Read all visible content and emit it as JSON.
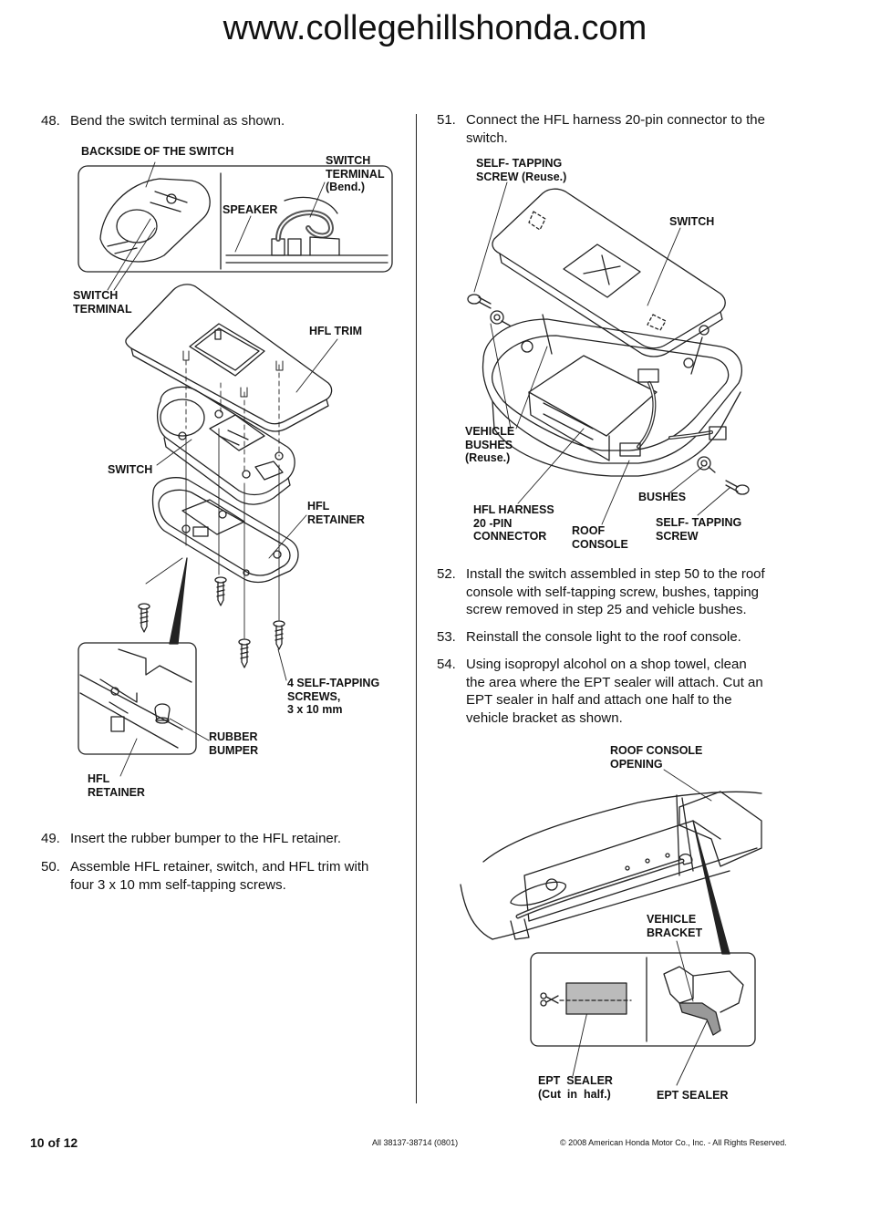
{
  "header": {
    "site": "www.collegehillshonda.com"
  },
  "steps": [
    {
      "num": "48.",
      "text": "Bend the switch terminal as shown."
    },
    {
      "num": "49.",
      "text": "Insert the rubber bumper to the HFL retainer."
    },
    {
      "num": "50.",
      "lines": [
        "Assemble HFL retainer, switch, and HFL trim with",
        "four 3 x 10 mm self-tapping screws."
      ]
    },
    {
      "num": "51.",
      "lines": [
        "Connect the HFL harness 20-pin connector to the",
        "switch."
      ]
    },
    {
      "num": "52.",
      "lines": [
        "Install the switch assembled in step 50 to the roof",
        "console with self-tapping screw, bushes, tapping",
        "screw removed in step 25 and vehicle bushes."
      ]
    },
    {
      "num": "53.",
      "text": "Reinstall the console light to the roof console."
    },
    {
      "num": "54.",
      "lines": [
        "Using isopropyl alcohol on a shop towel, clean",
        "the area where the EPT sealer will attach. Cut an",
        "EPT sealer in half and attach one half to the",
        "vehicle bracket as shown."
      ]
    }
  ],
  "fig1_labels": {
    "backside": "BACKSIDE OF THE SWITCH",
    "switch_terminal_bend": "SWITCH\nTERMINAL\n(Bend.)",
    "speaker": "SPEAKER",
    "switch_terminal": "SWITCH\nTERMINAL",
    "hfl_trim": "HFL TRIM",
    "switch": "SWITCH",
    "hfl_retainer": "HFL\nRETAINER",
    "screws": "4 SELF-TAPPING\nSCREWS,\n3 x 10 mm",
    "rubber_bumper": "RUBBER\nBUMPER",
    "hfl_retainer_detail": "HFL\nRETAINER"
  },
  "fig2_labels": {
    "self_tapping_reuse": "SELF- TAPPING\nSCREW (Reuse.)",
    "switch": "SWITCH",
    "vehicle_bushes": "VEHICLE\nBUSHES\n(Reuse.)",
    "bushes": "BUSHES",
    "harness": "HFL HARNESS\n20 -PIN\nCONNECTOR",
    "roof_console": "ROOF\nCONSOLE",
    "self_tapping": "SELF- TAPPING\nSCREW"
  },
  "fig3_labels": {
    "opening": "ROOF CONSOLE\nOPENING",
    "vehicle_bracket": "VEHICLE\nBRACKET",
    "ept_half": "EPT  SEALER\n(Cut  in  half.)",
    "ept": "EPT SEALER"
  },
  "footer": {
    "page": "10 of 12",
    "doc_code": "All 38137-38714 (0801)",
    "copyright": "© 2008 American Honda Motor Co., Inc. - All Rights Reserved."
  }
}
